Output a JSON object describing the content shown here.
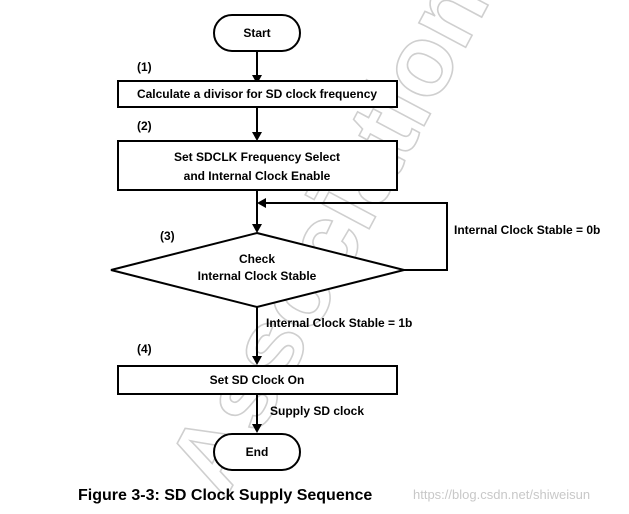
{
  "steps": {
    "start": "Start",
    "step1_num": "(1)",
    "step1": "Calculate a divisor for SD clock frequency",
    "step2_num": "(2)",
    "step2_line1": "Set SDCLK Frequency Select",
    "step2_line2": "and Internal Clock Enable",
    "step3_num": "(3)",
    "decision_line1": "Check",
    "decision_line2": "Internal Clock Stable",
    "loop_label": "Internal Clock Stable = 0b",
    "yes_label": "Internal Clock Stable = 1b",
    "step4_num": "(4)",
    "step4": "Set SD Clock On",
    "supply_label": "Supply SD clock",
    "end": "End"
  },
  "caption": "Figure 3-3: SD Clock Supply Sequence",
  "watermark": {
    "text": "Association",
    "url": "https://blog.csdn.net/shiweisun"
  },
  "colors": {
    "stroke": "#000000",
    "watermark": "#cfcfcf"
  }
}
